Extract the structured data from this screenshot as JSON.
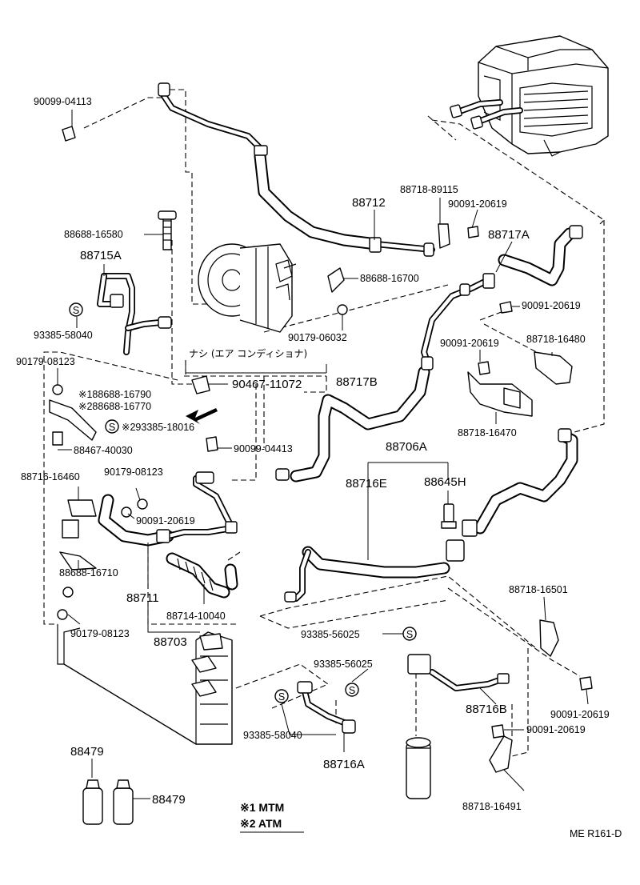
{
  "labels": {
    "p90099_04113_top": "90099-04113",
    "p88712": "88712",
    "p88718_89115": "88718-89115",
    "p90091_20619_a": "90091-20619",
    "p88688_16580": "88688-16580",
    "p88717A": "88717A",
    "p88715A": "88715A",
    "p88688_16700": "88688-16700",
    "p90091_20619_b": "90091-20619",
    "p93385_58040_a": "93385-58040",
    "p90179_06032": "90179-06032",
    "p88718_16480": "88718-16480",
    "p90091_20619_c": "90091-20619",
    "p90179_08123_a": "90179-08123",
    "nashi_note": "ナシ (エア コンディショナ)",
    "p90467_11072": "90467-11072",
    "p88717B": "88717B",
    "p88688_16790": "※188688-16790",
    "p88688_16770": "※288688-16770",
    "p93385_18016": "※293385-18016",
    "p88718_16470": "88718-16470",
    "p88467_40030": "88467-40030",
    "p90099_04413_mid": "90099-04413",
    "p88706A": "88706A",
    "p88716_16460": "88716-16460",
    "p90179_08123_b": "90179-08123",
    "p88716E": "88716E",
    "p88645H": "88645H",
    "p90091_20619_d": "90091-20619",
    "p88688_16710": "88688-16710",
    "p88711": "88711",
    "p88718_16501": "88718-16501",
    "p88714_10040": "88714-10040",
    "p90179_08123_c": "90179-08123",
    "p88703": "88703",
    "p93385_56025_a": "93385-56025",
    "p93385_56025_b": "93385-56025",
    "p88716B": "88716B",
    "p90091_20619_e": "90091-20619",
    "p93385_58040_b": "93385-58040",
    "p90091_20619_f": "90091-20619",
    "p88716A": "88716A",
    "p88479_a": "88479",
    "p88479_b": "88479",
    "p88718_16491": "88718-16491",
    "note_mtm": "※1 MTM",
    "note_atm": "※2 ATM",
    "ref_code": "ME R161-D",
    "s_mark": "S"
  }
}
